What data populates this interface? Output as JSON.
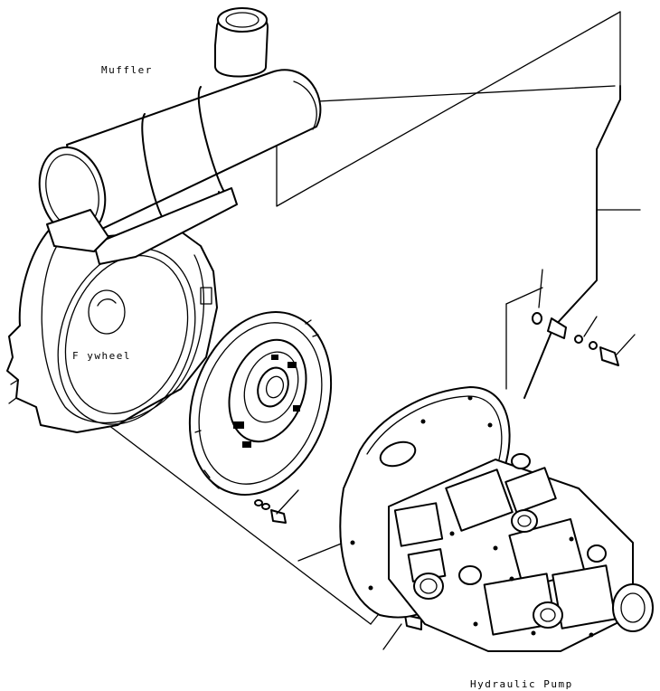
{
  "labels": {
    "muffler": "Muffler",
    "flywheel": "F ywheel",
    "hydraulic_pump": "Hydraulic Pump"
  }
}
